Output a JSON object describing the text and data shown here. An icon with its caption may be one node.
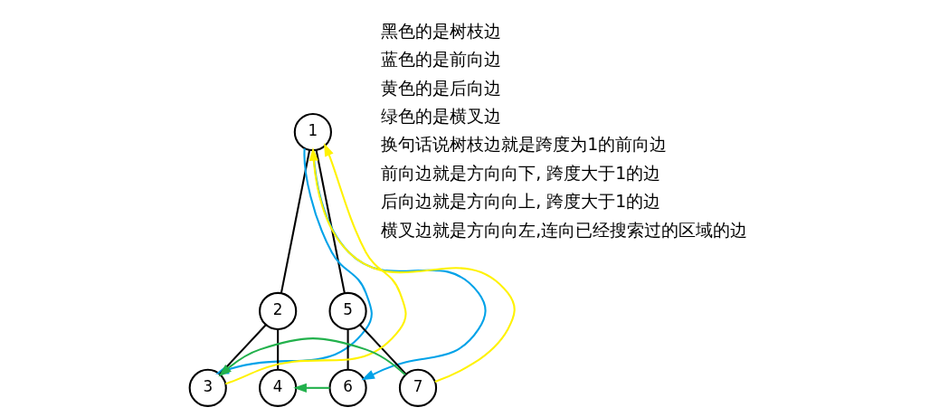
{
  "diagram": {
    "nodes": [
      {
        "text": [
          "1"
        ]
      },
      {
        "text": [
          "2"
        ]
      },
      {
        "text": [
          "5"
        ]
      },
      {
        "text": [
          "3"
        ]
      },
      {
        "text": [
          "4"
        ]
      },
      {
        "text": [
          "6"
        ]
      },
      {
        "text": [
          "7"
        ]
      }
    ],
    "edges": [
      {
        "from": 0,
        "to": 1,
        "arrow": "none"
      },
      {
        "from": 0,
        "to": 2,
        "arrow": "none"
      },
      {
        "from": 1,
        "to": 3,
        "arrow": "none"
      },
      {
        "from": 1,
        "to": 4,
        "arrow": "none"
      },
      {
        "from": 2,
        "to": 5,
        "arrow": "none"
      },
      {
        "from": 2,
        "to": 6,
        "arrow": "none"
      },
      {
        "from": 0,
        "to": 3,
        "arrow": "to",
        "color": "#00a2e8"
      },
      {
        "from": 0,
        "to": 5,
        "arrow": "to",
        "color": "#00a2e8"
      },
      {
        "from": 3,
        "to": 0,
        "arrow": "to",
        "color": "#fff200"
      },
      {
        "from": 6,
        "to": 0,
        "arrow": "to",
        "color": "#fff200"
      },
      {
        "from": 5,
        "to": 4,
        "arrow": "to",
        "color": "#22b14c"
      },
      {
        "from": 6,
        "to": 3,
        "arrow": "to",
        "color": "#22b14c"
      }
    ],
    "labels": [
      "黑色的是树枝边",
      "蓝色的是前向边",
      "黄色的是后向边",
      "绿色的是横叉边",
      "换句话说树枝边就是跨度为1的前向边",
      "前向边就是方向向下, 跨度大于1的边",
      "后向边就是方向向上, 跨度大于1的边",
      "横叉边就是方向向左,连向已经搜索过的区域的边"
    ]
  }
}
